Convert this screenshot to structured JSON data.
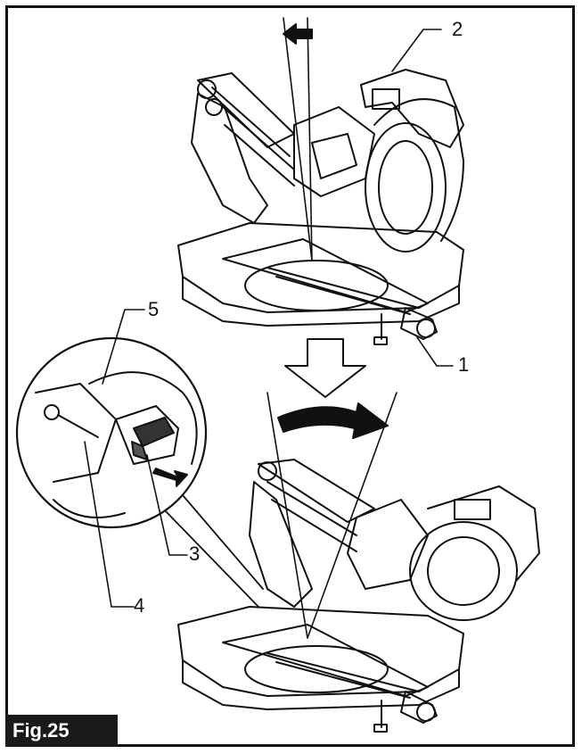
{
  "figure": {
    "label": "Fig.25",
    "callouts": [
      {
        "id": "c1",
        "number": "1"
      },
      {
        "id": "c2",
        "number": "2"
      },
      {
        "id": "c3",
        "number": "3"
      },
      {
        "id": "c4",
        "number": "4"
      },
      {
        "id": "c5",
        "number": "5"
      }
    ]
  },
  "colors": {
    "ink": "#111111",
    "label_bg": "#1a1a1a",
    "label_text": "#ffffff"
  },
  "icons": {
    "arrow_left": "arrow-left-icon",
    "arrow_down": "hollow-arrow-down-icon",
    "arrow_curved": "curved-arrow-right-icon"
  }
}
